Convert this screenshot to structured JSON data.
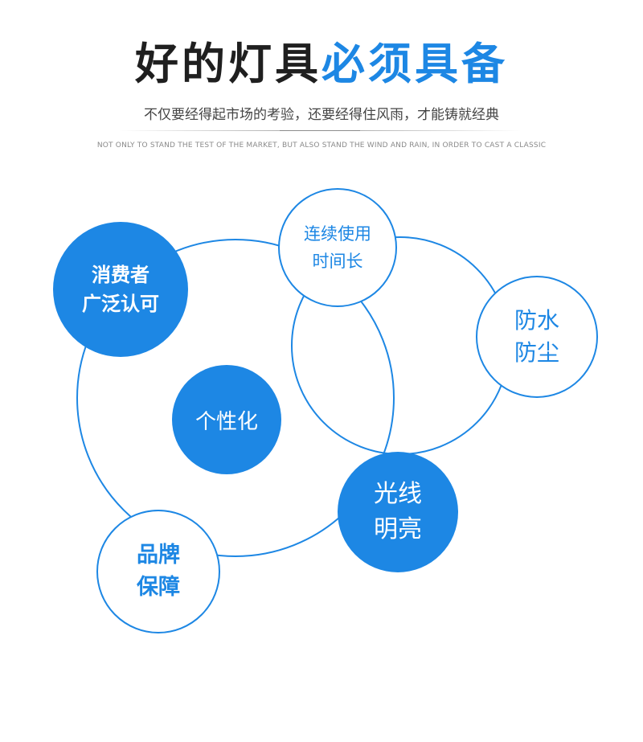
{
  "header": {
    "title_dark": "好的灯具",
    "title_accent": "必须具备",
    "subtitle": "不仅要经得起市场的考验，还要经得住风雨，才能铸就经典",
    "english": "NOT ONLY TO STAND THE TEST OF THE MARKET, BUT ALSO STAND THE WIND AND RAIN, IN ORDER TO CAST A CLASSIC"
  },
  "nodes": {
    "recognition": {
      "line1": "消费者",
      "line2": "广泛认可"
    },
    "longevity": {
      "line1": "连续使用",
      "line2": "时间长"
    },
    "waterproof": {
      "line1": "防水",
      "line2": "防尘"
    },
    "personalized": {
      "line1": "个性化"
    },
    "brightness": {
      "line1": "光线",
      "line2": "明亮"
    },
    "brand": {
      "line1": "品牌",
      "line2": "保障"
    }
  },
  "colors": {
    "accent": "#1d87e4",
    "title_dark": "#1f1f1f",
    "subtitle": "#444444",
    "english": "#8a8a8a"
  }
}
